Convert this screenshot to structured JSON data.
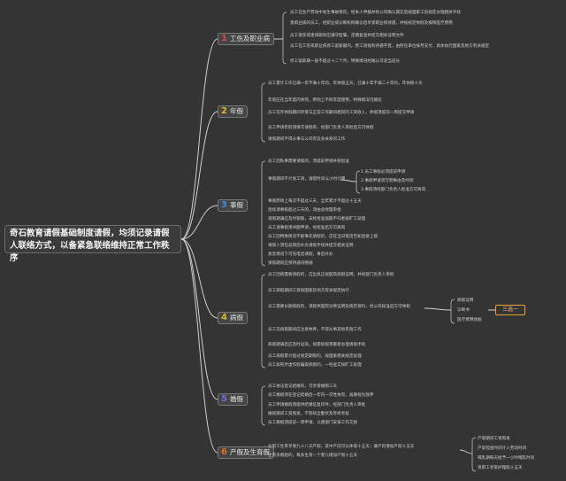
{
  "root": {
    "title": "奇石教育请假基础制度请假，均须记录请假人联络方式，以备紧急联络维持正常工作秩序"
  },
  "branches": [
    {
      "num": "1",
      "num_color": "#d94a4a",
      "label": "工伤及职业病",
      "leaves": [
        "员工在生产劳动中发生事故受伤，经本人申报并经公司确认属实后按国家工伤规定办理相关手续",
        "患职业病的员工，经职业病诊断机构确诊后享受职业病待遇，并按规定休假及报销医疗费用",
        "员工受伤或患病期间应遵守医嘱，定期复查并提交相关证明文件",
        "员工在工伤或职业病停工留薪期内，原工资福利待遇不变，由所在单位按月支付，具体执行国家及地方有关规定",
        "停工留薪期一般不超过十二个月，特殊情况经确认可适当延长"
      ]
    },
    {
      "num": "2",
      "num_color": "#e0b520",
      "label": "年假",
      "leaves": [
        "员工累计工作已满一年不满十年的，年休假五天；已满十年不满二十年的，年休假十天",
        "年假应在当年度内休完，原则上不跨年度使用，特殊情况可顺延",
        "员工在年休假期间享受与正常工作期间相同的工资收入，休假须提前一周提交申请",
        "员工申请年假须填写请假单，经部门负责人审批后方可休假",
        "请假期间不得从事与公司有竞争关系的工作"
      ]
    },
    {
      "num": "3",
      "num_color": "#3a8ee0",
      "label": "事假",
      "leaves": [
        "员工因私事需要请假的，须提前申请并获批准",
        "事假期间不计发工资，请假时间以小时计算",
        "事假原则上每次不超过三天，全年累计不超过十五天",
        "连续请事假超过三天的，须由总经理审批",
        "请假期满应及时销假，未经批准逾期不归者按旷工处理",
        "员工请事假须书面申请，经批准后方可离岗",
        "员工因特殊情况不能事先请假的，应在当日电话告知直接上级",
        "请假人须在返岗后补办请假手续并提交相关证明",
        "紧急情况下可先电话请假，事后补办",
        "请假期间应保持通讯畅通"
      ]
    },
    {
      "num": "4",
      "num_color": "#e0b520",
      "label": "病假",
      "leaves": [
        "员工因病需要请假的，应出具正规医院病假证明，并经部门负责人审批",
        "员工病假期间工资按国家及地方有关规定执行",
        "员工需要长期病假的，须提供医院诊断证明及病历资料，经公司核准后方可休假",
        "员工在病假期间应注意休养，不得从事其他有偿工作",
        "病假期满后应及时返岗，如需续假须重新办理请假手续",
        "员工病假累计超过规定期限的，按国家相关规定处理",
        "员工如有弄虚作假骗取病假的，一经查实按旷工处理"
      ]
    },
    {
      "num": "5",
      "num_color": "#6d6ee0",
      "label": "婚假",
      "leaves": [
        "员工依法登记结婚的，可享受婚假三天",
        "员工婚假须在登记结婚后一年内一次性休完，逾期视为放弃",
        "员工申请婚假须提供结婚证复印件，经部门负责人审批",
        "婚假期间工资照发，不影响全勤奖及年终考核",
        "员工婚假须提前一周申请，以便部门安排工作交接"
      ]
    },
    {
      "num": "6",
      "num_color": "#e07020",
      "label": "产假及生育假",
      "leaves": [
        "女职工生育享受九十八天产假，其中产前可以休假十五天；难产的增加产假十五天",
        "生育多胞胎的，每多生育一个婴儿增加产假十五天"
      ]
    }
  ],
  "sub_leaves": {
    "shijia": [
      "1.员工事假必须提前申请",
      "2.事假申请须写明事由及时间",
      "3.事假须经部门负责人批准方可离岗"
    ],
    "bingjia": [
      "病假证明",
      "诊断书",
      "医疗费用收据"
    ],
    "chanjia": [
      "产假期间工资照发",
      "产前检查时间计入劳动时间",
      "哺乳期每天给予一小时哺乳时间",
      "男职工享受护理假十五天"
    ]
  },
  "callout": "三选一"
}
